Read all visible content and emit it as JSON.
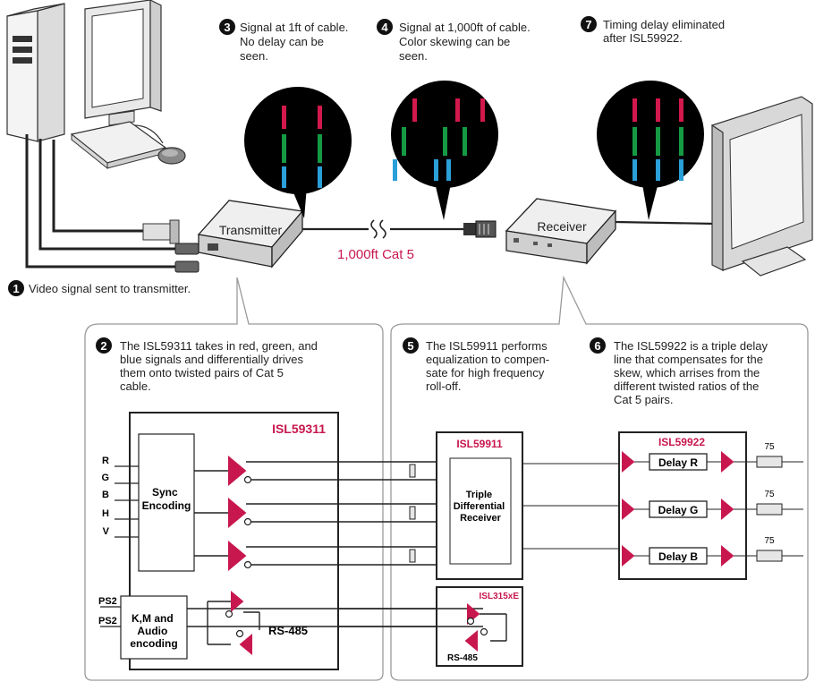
{
  "steps": [
    {
      "num": "1",
      "lines": [
        "Video signal sent to transmitter."
      ]
    },
    {
      "num": "2",
      "lines": [
        "The ISL59311 takes in red, green, and",
        "blue signals and differentially drives",
        "them onto twisted pairs of Cat 5",
        "cable."
      ]
    },
    {
      "num": "3",
      "lines": [
        "Signal at 1ft of cable.",
        "No delay can be",
        "seen."
      ]
    },
    {
      "num": "4",
      "lines": [
        "Signal at 1,000ft of cable.",
        "Color skewing can be",
        "seen."
      ]
    },
    {
      "num": "5",
      "lines": [
        "The ISL59911 performs",
        "equalization to compen-",
        "sate for high frequency",
        "roll-off."
      ]
    },
    {
      "num": "6",
      "lines": [
        "The ISL59922 is a triple delay",
        "line that compensates for the",
        "skew, which arrises from the",
        "different twisted ratios of the",
        "Cat 5 pairs."
      ]
    },
    {
      "num": "7",
      "lines": [
        "Timing delay eliminated",
        "after ISL59922."
      ]
    }
  ],
  "devices": {
    "transmitter": "Transmitter",
    "receiver": "Receiver"
  },
  "cable_label": "1,000ft Cat 5",
  "chips": {
    "tx": "ISL59311",
    "eq": "ISL59911",
    "eq_body": [
      "Triple",
      "Differential",
      "Receiver"
    ],
    "delay": "ISL59922",
    "xcvr": "ISL315xE",
    "xcvr_label": "RS-485",
    "sync": [
      "Sync",
      "Encoding"
    ],
    "kma": [
      "K,M and",
      "Audio",
      "encoding"
    ],
    "rs485": "RS-485",
    "delay_blocks": [
      "Delay R",
      "Delay G",
      "Delay B"
    ]
  },
  "inputs": [
    "R",
    "G",
    "B",
    "H",
    "V"
  ],
  "ps2_inputs": [
    "PS2",
    "PS2"
  ],
  "resistors": [
    "75",
    "75",
    "75"
  ],
  "colors": {
    "accent": "#c8174e",
    "red": "#d2184c",
    "green": "#159a43",
    "blue": "#2a9fd8",
    "line": "#222222",
    "panel": "#999999"
  }
}
